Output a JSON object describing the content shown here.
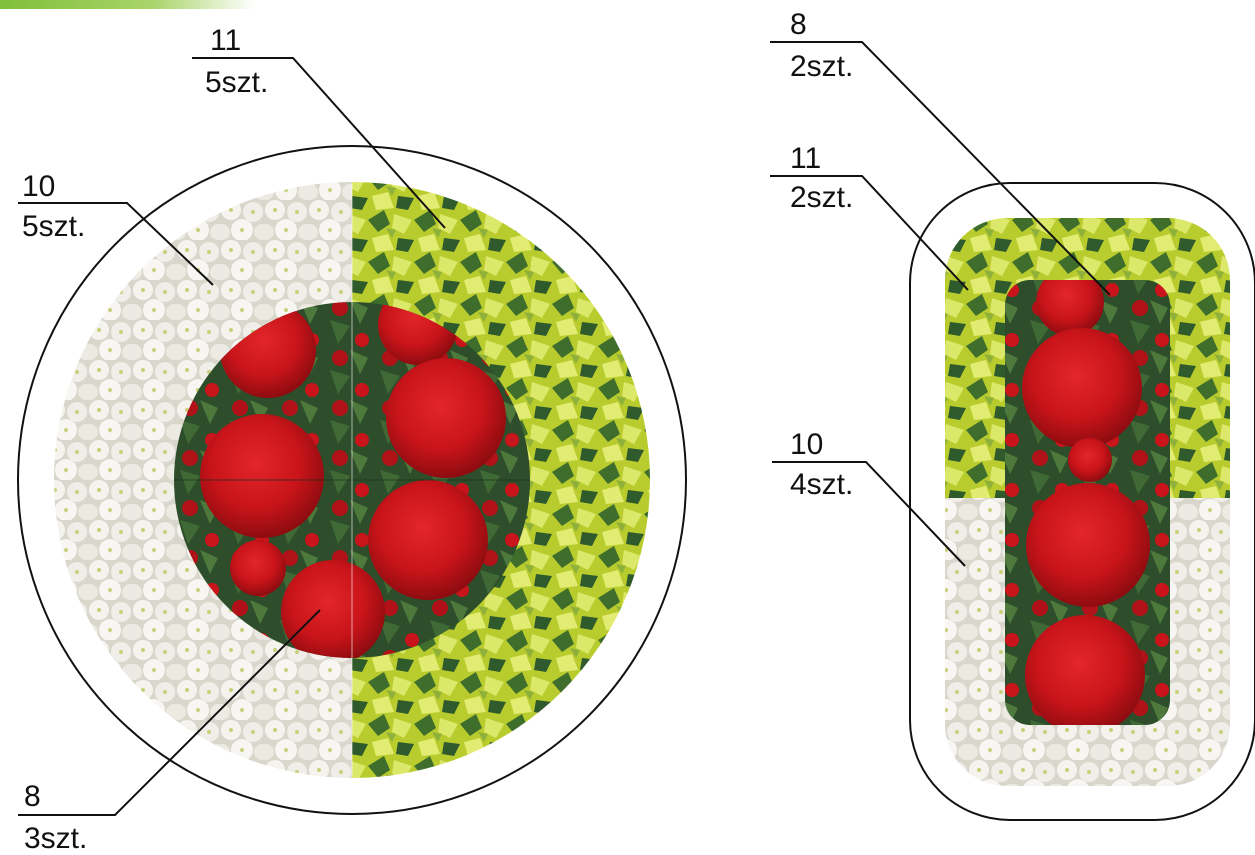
{
  "colors": {
    "white_flower": "#e9e7df",
    "yellow_leaf": "#c7d83a",
    "red_flower": "#c8141a",
    "foliage": "#2f5a2c",
    "outline": "#111111",
    "accent": "#7fbf3a"
  },
  "round_bed": {
    "callouts": [
      {
        "number": "11",
        "count": "5szt."
      },
      {
        "number": "10",
        "count": "5szt."
      },
      {
        "number": "8",
        "count": "3szt."
      }
    ]
  },
  "oval_bed": {
    "callouts": [
      {
        "number": "8",
        "count": "2szt."
      },
      {
        "number": "11",
        "count": "2szt."
      },
      {
        "number": "10",
        "count": "4szt."
      }
    ]
  }
}
